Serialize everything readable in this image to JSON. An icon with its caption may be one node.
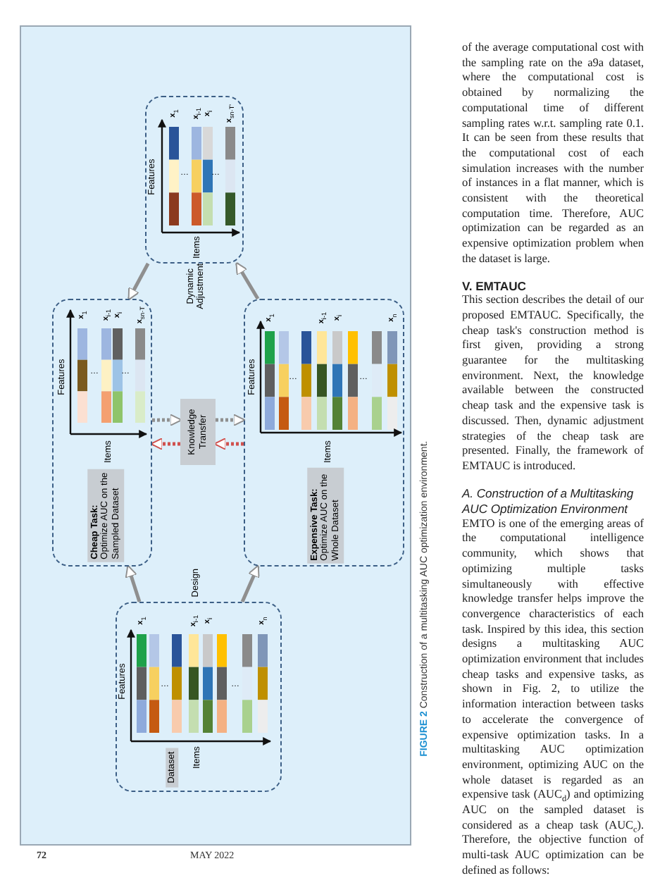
{
  "diagram": {
    "caption": "**FIGURE 2** Construction of a multitasking AUC optimization environment.",
    "nodes": [
      {
        "text": [
          "Dataset"
        ]
      },
      {
        "text": [
          "**Cheap Task:** Optimize AUC on the Sampled Dataset"
        ]
      },
      {
        "text": [
          "**Expensive Task:** Optimize AUC on the Whole Dataset"
        ]
      },
      {
        "text": [
          "Knowledge Transfer"
        ]
      },
      {
        "text": [],
        "shape": "box"
      }
    ],
    "edges": [
      {
        "from": 0,
        "to": 1,
        "arrow": "to"
      },
      {
        "from": 0,
        "to": 2,
        "arrow": "to"
      },
      {
        "from": 1,
        "to": 3,
        "arrow": "to",
        "style": "dashed"
      },
      {
        "from": 3,
        "to": 2,
        "arrow": "to",
        "style": "dashed"
      },
      {
        "from": 2,
        "to": 3,
        "arrow": "to",
        "style": "dashed",
        "color": "#d0504d"
      },
      {
        "from": 3,
        "to": 1,
        "arrow": "to",
        "style": "dashed",
        "color": "#d0504d"
      },
      {
        "from": 2,
        "to": 4,
        "arrow": "to"
      },
      {
        "from": 4,
        "to": 1,
        "arrow": "to"
      }
    ],
    "labels": [
      "**x**$_{1}$",
      "**x**$_{i-1}$",
      "**x**$_{i}$",
      "**x**$_{sn·T'}$",
      "Features",
      "…",
      "…",
      "Items",
      "Dynamic Adjustment",
      "**x**$_{1}$",
      "**x**$_{i-1}$",
      "**x**$_{i}$",
      "**x**$_{sn·T}$",
      "Features",
      "…",
      "…",
      "Items",
      "**x**$_{1}$",
      "**x**$_{i-1}$",
      "**x**$_{i}$",
      "**x**$_{n}$",
      "Features",
      "…",
      "…",
      "Items",
      "Design",
      "**x**$_{1}$",
      "**x**$_{i-1}$",
      "**x**$_{i}$",
      "**x**$_{n}$",
      "Features",
      "…",
      "…",
      "Items",
      "of the average computational cost with the sampling rate on the a9a dataset, where the computational cost is obtained by normalizing the computational time of different sampling rates w.r.t. sampling rate 0.1. It can be seen from these results that the computational cost of each simulation increases with the number of instances in a flat manner, which is consistent with the theoretical computation time. Therefore, AUC optimization can be regarded as an expensive optimization problem when the dataset is large.",
      "V. EMTAUC",
      "This section describes the detail of our proposed EMTAUC. Specifically, the cheap task's construction method is first given, providing a strong guarantee for the multitasking environment. Next, the knowledge available between the constructed cheap task and the expensive task is discussed. Then, dynamic adjustment strategies of the cheap task are presented. Finally, the framework of EMTAUC is introduced.",
      "A. Construction of a Multitasking AUC Optimization Environment",
      "EMTO is one of the emerging areas of the computational intelligence community, which shows that optimizing multiple tasks simultaneously with effective knowledge transfer helps improve the convergence characteristics of each task. Inspired by this idea, this section designs a multitasking AUC optimization environment that includes cheap tasks and expensive tasks, as shown in Fig. 2, to utilize the information interaction between tasks to accelerate the convergence of expensive optimization tasks. In a multitasking AUC optimization environment, optimizing AUC on the whole dataset is regarded as an expensive task (AUC$_{d}$) and optimizing AUC on the sampled dataset is considered as a cheap task (AUC$_{c}$). Therefore, the objective function of multi-task AUC optimization can be defined as follows:",
      "72",
      "MAY 2022"
    ]
  }
}
